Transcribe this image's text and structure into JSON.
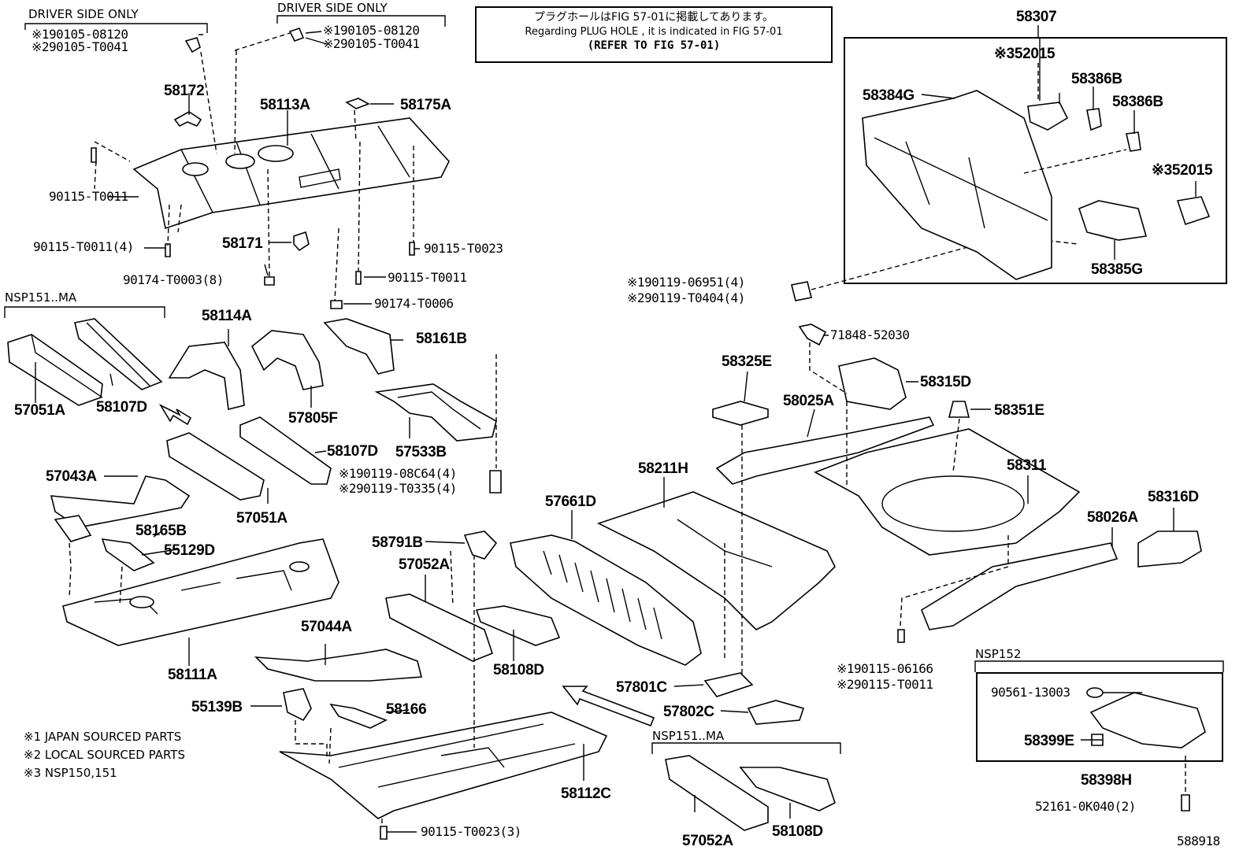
{
  "diagram_id": "588918",
  "note": {
    "line1": "プラグホールはFIG 57-01に掲載してあります。",
    "line2": "Regarding PLUG HOLE , it is indicated in FIG 57-01",
    "line3": "(REFER TO FIG 57-01)"
  },
  "groups": {
    "driver_side_1": "DRIVER SIDE ONLY",
    "driver_side_2": "DRIVER SIDE ONLY",
    "nsp151_1": "NSP151..MA",
    "nsp151_2": "NSP151..MA",
    "nsp152": "NSP152"
  },
  "legend": {
    "l1": "※1 JAPAN SOURCED PARTS",
    "l2": "※2 LOCAL SOURCED PARTS",
    "l3": "※3 NSP150,151"
  },
  "parts": {
    "p1a": "※190105-08120",
    "p1b": "※290105-T0041",
    "p2a": "※190105-08120",
    "p2b": "※290105-T0041",
    "p58172": "58172",
    "p58113A": "58113A",
    "p58175A": "58175A",
    "p90115T0011a": "90115-T0011",
    "p90115T0011x4": "90115-T0011(4)",
    "p58171": "58171",
    "p90115T0023": "90115-T0023",
    "p90115T0011b": "90115-T0011",
    "p90174T0003": "90174-T0003(8)",
    "p90174T0006": "90174-T0006",
    "p58114A": "58114A",
    "p58161B": "58161B",
    "p57051A": "57051A",
    "p58107D": "58107D",
    "p57805F": "57805F",
    "p57533B": "57533B",
    "p58107D2": "58107D",
    "p190119a": "※190119-08C64(4)",
    "p290119a": "※290119-T0335(4)",
    "p57043A": "57043A",
    "p57051A2": "57051A",
    "p58165B": "58165B",
    "p55129D": "55129D",
    "p58111A": "58111A",
    "p58791B": "58791B",
    "p57052A": "57052A",
    "p57661D": "57661D",
    "p58211H": "58211H",
    "p57044A": "57044A",
    "p58108D": "58108D",
    "p55139B": "55139B",
    "p58166": "58166",
    "p58112C": "58112C",
    "p90115T0023x3": "90115-T0023(3)",
    "p57801C": "57801C",
    "p57802C": "57802C",
    "p57052A2": "57052A",
    "p58108D2": "58108D",
    "p58307": "58307",
    "p52015a": "※352015",
    "p58386Ba": "58386B",
    "p58384G": "58384G",
    "p58386Bb": "58386B",
    "p52015b": "※352015",
    "p58385G": "58385G",
    "p190119b": "※190119-06951(4)",
    "p290119b": "※290119-T0404(4)",
    "p71848": "71848-52030",
    "p58325E": "58325E",
    "p58315D": "58315D",
    "p58025A": "58025A",
    "p58351E": "58351E",
    "p58311": "58311",
    "p58316D": "58316D",
    "p58026A": "58026A",
    "p190115": "※190115-06166",
    "p290115": "※290115-T0011",
    "p90561": "90561-13003",
    "p58399E": "58399E",
    "p58398H": "58398H",
    "p52161": "52161-0K040(2)"
  }
}
